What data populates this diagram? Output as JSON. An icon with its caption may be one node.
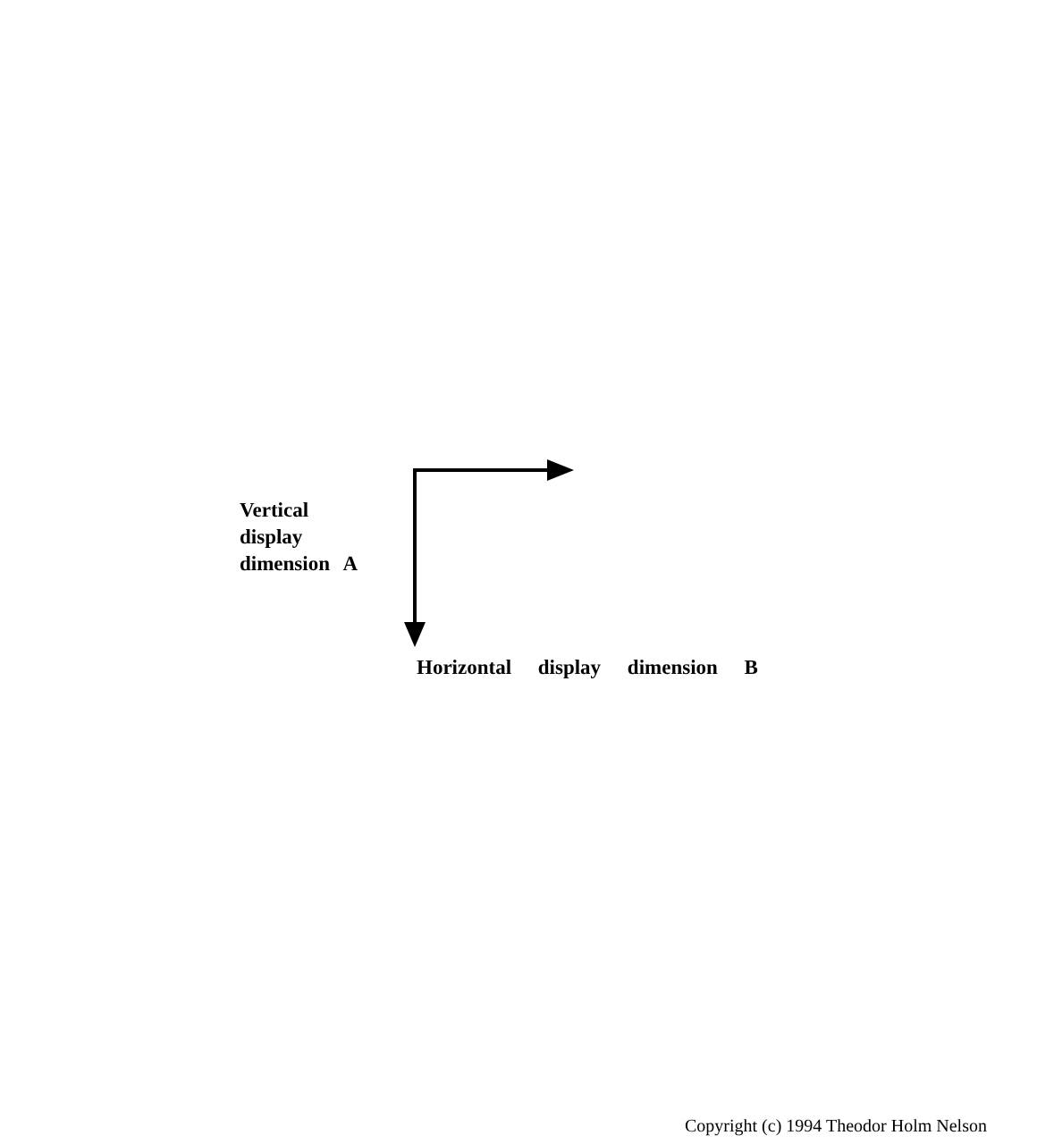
{
  "diagram": {
    "labels": [
      "Vertical display dimension A",
      "Horizontal display dimension B",
      "Copyright (c) 1994 Theodor Holm Nelson"
    ]
  }
}
